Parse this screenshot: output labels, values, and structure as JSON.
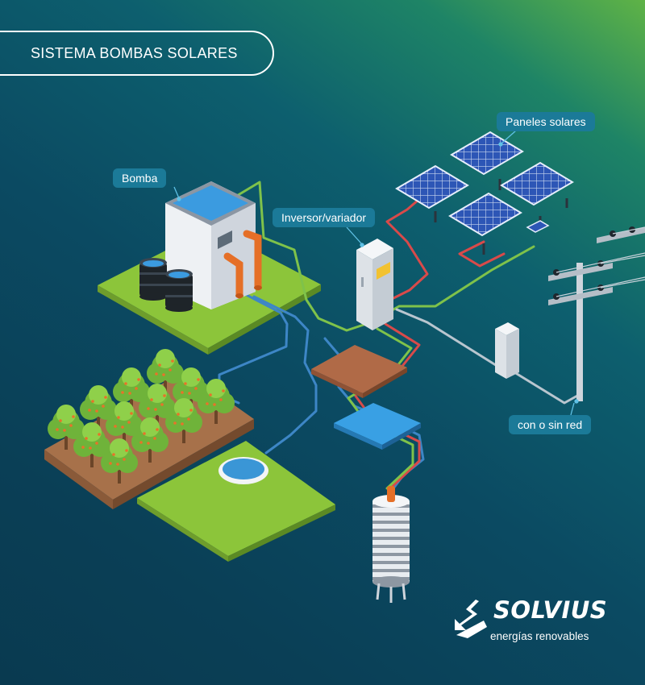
{
  "title": "SISTEMA BOMBAS SOLARES",
  "labels": {
    "bomba": "Bomba",
    "inversor": "Inversor/variador",
    "paneles": "Paneles solares",
    "red": "con o sin red"
  },
  "brand": {
    "name": "SOLVIUS",
    "tagline": "energías renovables"
  },
  "icons": [
    "solvius-logo-icon"
  ],
  "colors": {
    "cable_green": "#7fc24a",
    "cable_red": "#d94a4a",
    "pipe_blue": "#3d86c6",
    "cable_grey": "#b9c6cf",
    "label_bg": "#1b7a98"
  }
}
